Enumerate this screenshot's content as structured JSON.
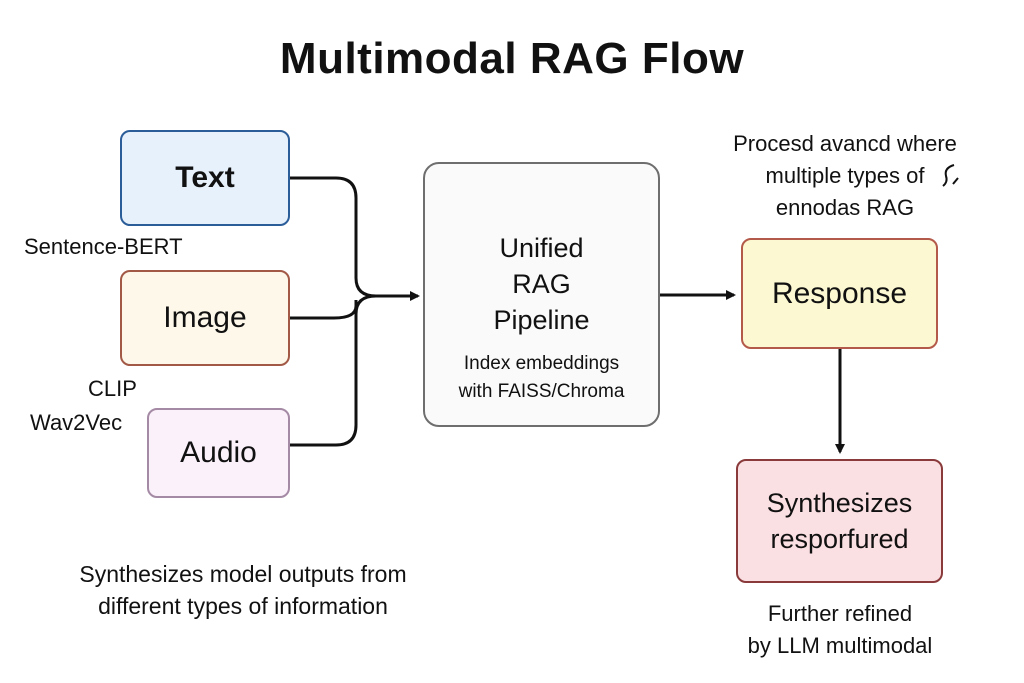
{
  "title": "Multimodal RAG Flow",
  "inputs": {
    "text": "Text",
    "image": "Image",
    "audio": "Audio"
  },
  "encoders": {
    "text": "Sentence-BERT",
    "image": "CLIP",
    "audio": "Wav2Vec"
  },
  "pipeline": {
    "title": "Unified\nRAG\nPipeline",
    "subtitle": "Index embeddings\nwith FAISS/Chroma"
  },
  "response": {
    "label": "Response",
    "note": "Procesd avancd where\nmultiple types of\nennodas RAG"
  },
  "synthesis": {
    "label": "Synthesizes\nresporfured",
    "note": "Further refined\nby LLM multimodal"
  },
  "caption": "Synthesizes model outputs from\ndifferent types of information",
  "colors": {
    "text_box": "#e6f1fb",
    "image_box": "#fdf8e9",
    "audio_box": "#fbf1fa",
    "pipeline_box": "#fafafa",
    "response_box": "#fcf9d2",
    "synthesis_box": "#fbe0e3",
    "connector": "#111111"
  }
}
